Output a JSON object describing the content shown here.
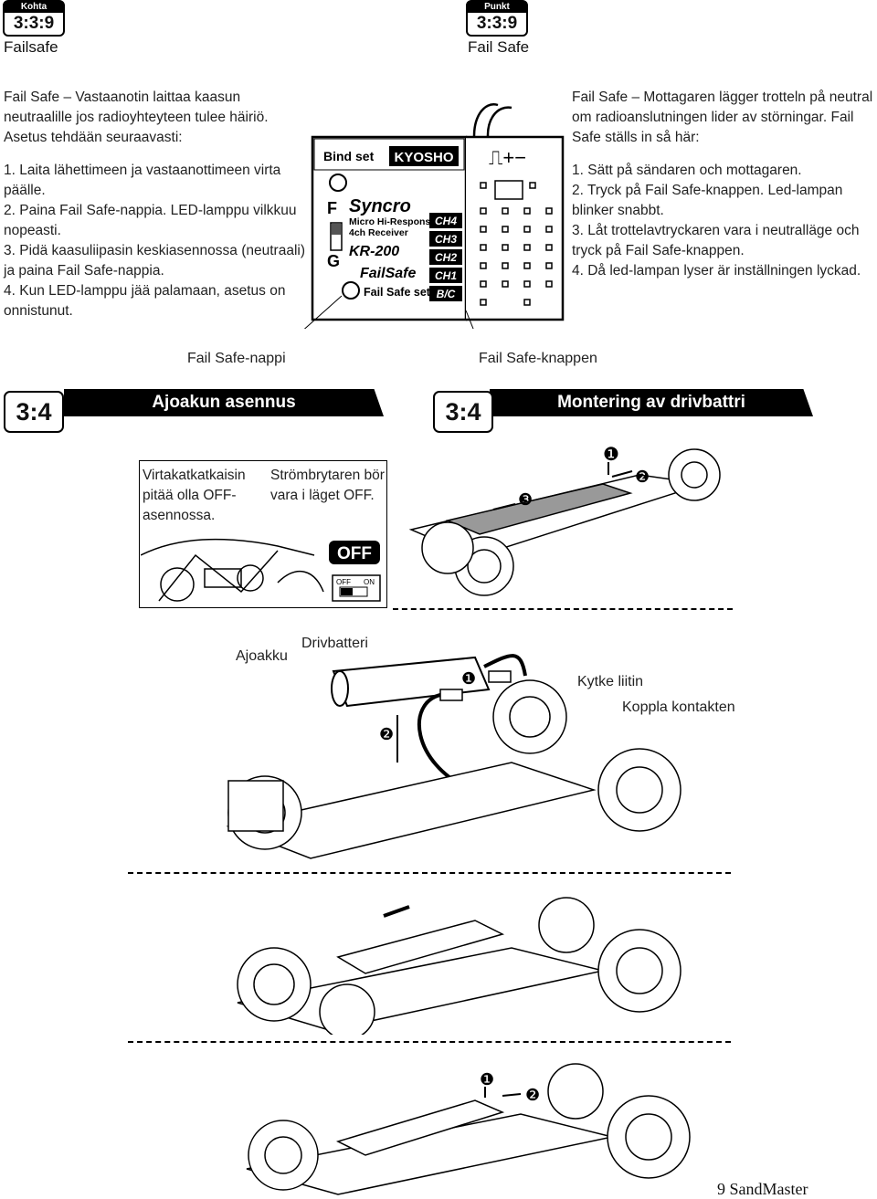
{
  "left_header": {
    "tag_label": "Kohta",
    "tag_number": "3:3:9",
    "title": "Failsafe"
  },
  "right_header": {
    "tag_label": "Punkt",
    "tag_number": "3:3:9",
    "title": "Fail Safe"
  },
  "left_text": {
    "lines": [
      "Fail Safe – Vastaanotin laittaa kaasun",
      "neutraalille jos radioyhteyteen tulee häiriö.",
      "Asetus tehdään seuraavasti:",
      "",
      "1. Laita lähettimeen ja vastaanottimeen virta",
      "päälle.",
      "2. Paina Fail Safe-nappia. LED-lamppu vilkkuu",
      "nopeasti.",
      "3. Pidä kaasuliipasin keskiasennossa (neutraali)",
      "ja  paina Fail Safe-nappia.",
      "4. Kun LED-lamppu jää palamaan, asetus on",
      "onnistunut."
    ]
  },
  "right_text": {
    "lines": [
      "Fail Safe – Mottagaren lägger trotteln på neutral",
      "om radioanslutningen lider av störningar. Fail",
      "Safe ställs in så här:",
      "",
      "1. Sätt på sändaren och mottagaren.",
      "2. Tryck på Fail Safe-knappen. Led-lampan",
      "blinker snabbt.",
      "3. Låt trottelavtryckaren vara i neutralläge och",
      "tryck på Fail Safe-knappen.",
      "4. Då led-lampan lyser är inställningen lyckad."
    ]
  },
  "receiver": {
    "bind_set": "Bind set",
    "brand": "KYOSHO",
    "logo": "Syncro",
    "f": "F",
    "g": "G",
    "model_line1": "Micro Hi-Response",
    "model_line2": "4ch Receiver",
    "model": "KR-200",
    "failsafe_logo": "FailSafe",
    "failsafe_set": "Fail Safe set",
    "channels": [
      "CH4",
      "CH3",
      "CH2",
      "CH1",
      "B/C"
    ],
    "pin_signs": "⎍+−"
  },
  "callouts": {
    "left": "Fail Safe-nappi",
    "right": "Fail Safe-knappen"
  },
  "section_left": {
    "number": "3:4",
    "title": "Ajoakun asennus"
  },
  "section_right": {
    "number": "3:4",
    "title": "Montering av drivbattri"
  },
  "switch_note": {
    "fi_lines": [
      "Virtakatkatkaisin",
      "pitää olla OFF-",
      "asennossa."
    ],
    "sv_lines": [
      "Strömbrytaren bör",
      "vara i läget OFF."
    ],
    "off_big": "OFF",
    "off_small": "OFF",
    "on_small": "ON"
  },
  "battery_labels": {
    "ajoakku": "Ajoakku",
    "drivbatteri": "Drivbatteri",
    "kytke": "Kytke liitin",
    "koppla": "Koppla kontakten"
  },
  "step_markers": [
    "❶",
    "❷",
    "❸"
  ],
  "footer": {
    "page": "9 SandMaster"
  }
}
